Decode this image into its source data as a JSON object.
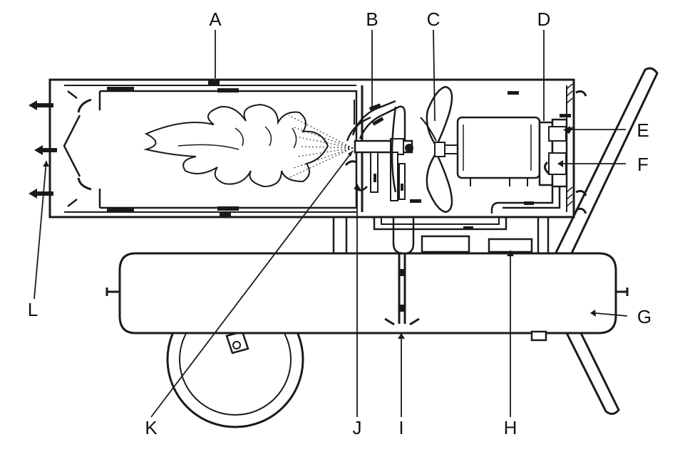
{
  "labels": {
    "A": "A",
    "B": "B",
    "C": "C",
    "D": "D",
    "E": "E",
    "F": "F",
    "G": "G",
    "H": "H",
    "I": "I",
    "J": "J",
    "K": "K",
    "L": "L"
  },
  "colors": {
    "ink": "#1a1a1a",
    "background": "#ffffff"
  }
}
